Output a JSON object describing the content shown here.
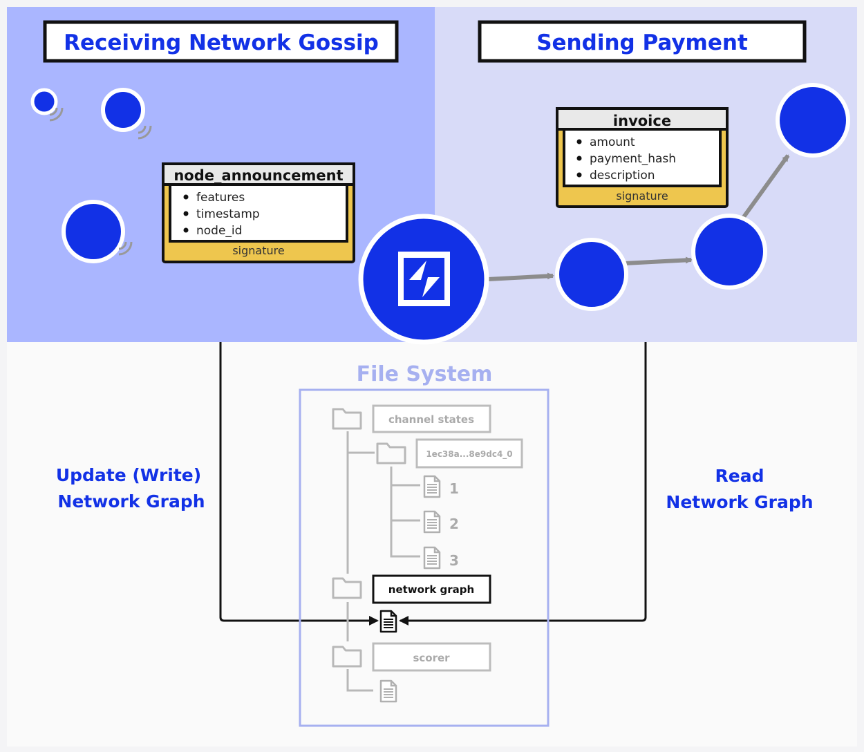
{
  "panels": {
    "gossip_title": "Receiving Network Gossip",
    "payment_title": "Sending Payment"
  },
  "node_announcement": {
    "title": "node_announcement",
    "fields": [
      "features",
      "timestamp",
      "node_id"
    ],
    "footer": "signature"
  },
  "invoice": {
    "title": "invoice",
    "fields": [
      "amount",
      "payment_hash",
      "description"
    ],
    "footer": "signature"
  },
  "file_system": {
    "title": "File System",
    "channel_states": "channel states",
    "channel_id": "1ec38a...8e9dc4_0",
    "files": [
      "1",
      "2",
      "3"
    ],
    "network_graph": "network graph",
    "scorer": "scorer"
  },
  "side_labels": {
    "left_line1": "Update (Write)",
    "left_line2": "Network Graph",
    "right_line1": "Read",
    "right_line2": "Network Graph"
  },
  "colors": {
    "gossip_bg": "#aab6ff",
    "payment_bg": "#d8dbf8",
    "node_blue": "#1231e6",
    "signature_yellow": "#eec64e",
    "fs_border": "#a6b0f0",
    "gray_ink": "#aaaaaa"
  }
}
